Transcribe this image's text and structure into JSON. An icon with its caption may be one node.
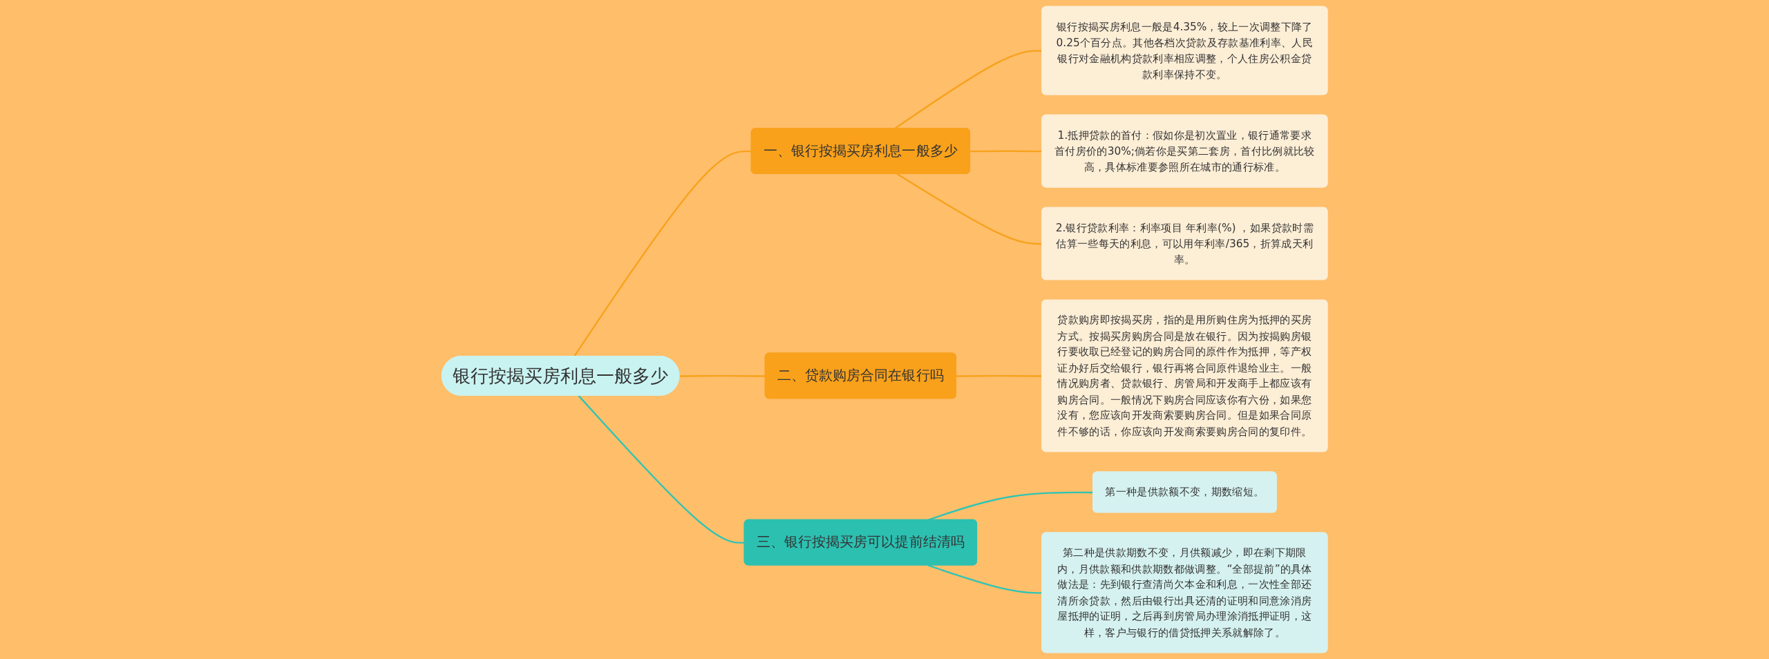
{
  "diagram": {
    "nodes": [
      {
        "text": [
          "银行按揭买房利息一般多少"
        ]
      },
      {
        "text": [
          "一、银行按揭买房利息一般多少"
        ]
      },
      {
        "text": [
          "银行按揭买房利息一般是4.35%，较上一次调整下降了0.25个百分点。其他各档次贷款及存款基准利率、人民银行对金融机构贷款利率相应调整，个人住房公积金贷款利率保持不变。"
        ]
      },
      {
        "text": [
          "1.抵押贷款的首付：假如你是初次置业，银行通常要求首付房价的30%;倘若你是买第二套房，首付比例就比较高，具体标准要参照所在城市的通行标准。"
        ]
      },
      {
        "text": [
          "2.银行贷款利率：利率项目 年利率(%) ，如果贷款时需估算一些每天的利息，可以用年利率/365，折算成天利率。"
        ]
      },
      {
        "text": [
          "二、贷款购房合同在银行吗"
        ]
      },
      {
        "text": [
          "贷款购房即按揭买房，指的是用所购住房为抵押的买房方式。按揭买房购房合同是放在银行。因为按揭购房银行要收取已经登记的购房合同的原件作为抵押，等产权证办好后交给银行，银行再将合同原件退给业主。一般情况购房者、贷款银行、房管局和开发商手上都应该有购房合同。一般情况下购房合同应该你有六份，如果您没有，您应该向开发商索要购房合同。但是如果合同原件不够的话，你应该向开发商索要购房合同的复印件。"
        ]
      },
      {
        "text": [
          "三、银行按揭买房可以提前结清吗"
        ]
      },
      {
        "text": [
          "第一种是供款额不变，期数缩短。"
        ]
      },
      {
        "text": [
          "第二种是供款期数不变，月供额减少，即在剩下期限内，月供款额和供款期数都做调整。“全部提前”的具体做法是：先到银行查清尚欠本金和利息，一次性全部还清所余贷款，然后由银行出具还清的证明和同意涂消房屋抵押的证明，之后再到房管局办理涂消抵押证明，这样，客户与银行的借贷抵押关系就解除了。"
        ]
      }
    ],
    "edges": [
      {
        "from": 0,
        "to": 1,
        "arrow": "none"
      },
      {
        "from": 1,
        "to": 2,
        "arrow": "none"
      },
      {
        "from": 1,
        "to": 3,
        "arrow": "none"
      },
      {
        "from": 1,
        "to": 4,
        "arrow": "none"
      },
      {
        "from": 0,
        "to": 5,
        "arrow": "none"
      },
      {
        "from": 5,
        "to": 6,
        "arrow": "none"
      },
      {
        "from": 0,
        "to": 7,
        "arrow": "none",
        "color": "#2ec4b6"
      },
      {
        "from": 7,
        "to": 8,
        "arrow": "none",
        "color": "#2ec4b6"
      },
      {
        "from": 7,
        "to": 9,
        "arrow": "none",
        "color": "#2ec4b6"
      }
    ]
  }
}
